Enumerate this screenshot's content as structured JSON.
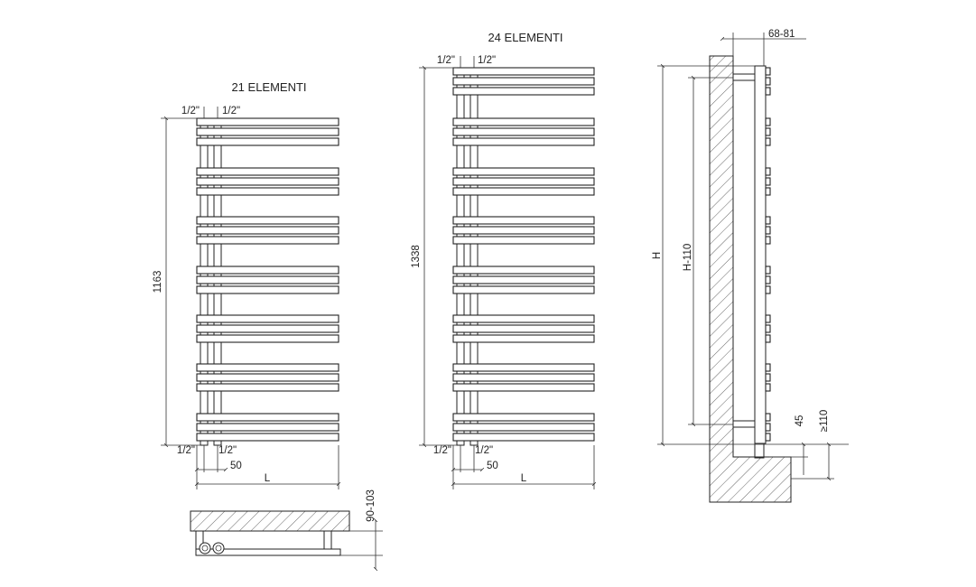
{
  "drawing": {
    "left": {
      "title": "21 ELEMENTI",
      "height_dim": "1163",
      "top_left_conn": "1/2\"",
      "top_right_conn": "1/2\"",
      "bottom_left_conn": "1/2\"",
      "bottom_right_conn": "1/2\"",
      "axis_dim": "50",
      "width_dim": "L"
    },
    "middle": {
      "title": "24 ELEMENTI",
      "height_dim": "1338",
      "top_left_conn": "1/2\"",
      "top_right_conn": "1/2\"",
      "bottom_left_conn": "1/2\"",
      "bottom_right_conn": "1/2\"",
      "axis_dim": "50",
      "width_dim": "L"
    },
    "side": {
      "depth_dim": "68-81",
      "height_dim": "H",
      "inner_height_dim": "H-110",
      "bottom_dim": "45",
      "floor_dim": "≥110"
    },
    "top_view": {
      "depth_dim": "90-103"
    }
  }
}
